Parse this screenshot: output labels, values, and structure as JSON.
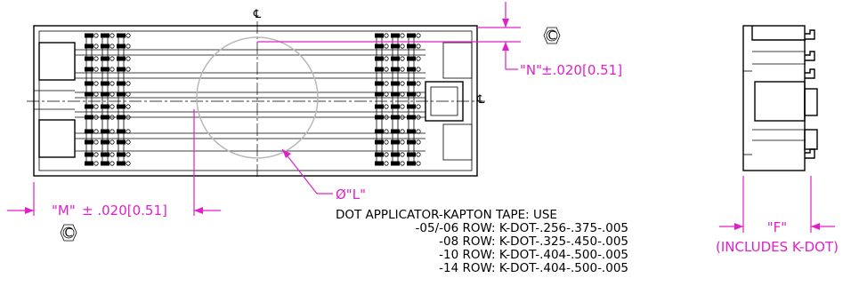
{
  "centerline_symbol": "℄",
  "circle_c_symbol": "C",
  "dim_n": {
    "label": "\"N\"",
    "tol": "±.020[0.51]"
  },
  "dim_m": {
    "label": "\"M\"",
    "tol": "± .020[0.51]"
  },
  "dim_l": {
    "label": "Ø\"L\""
  },
  "dim_f": {
    "label": "\"F\"",
    "note": "(INCLUDES K-DOT)"
  },
  "note": {
    "title": "DOT APPLICATOR-KAPTON TAPE: USE",
    "lines": [
      "-05/-06 ROW: K-DOT-.256-.375-.005",
      "-08 ROW: K-DOT-.325-.450-.005",
      "-10 ROW: K-DOT-.404-.500-.005",
      "-14 ROW: K-DOT-.404-.500-.005"
    ]
  },
  "colors": {
    "dimension": "#e020c8",
    "outline": "#000000",
    "dot_circle": "#b8b8b8"
  }
}
